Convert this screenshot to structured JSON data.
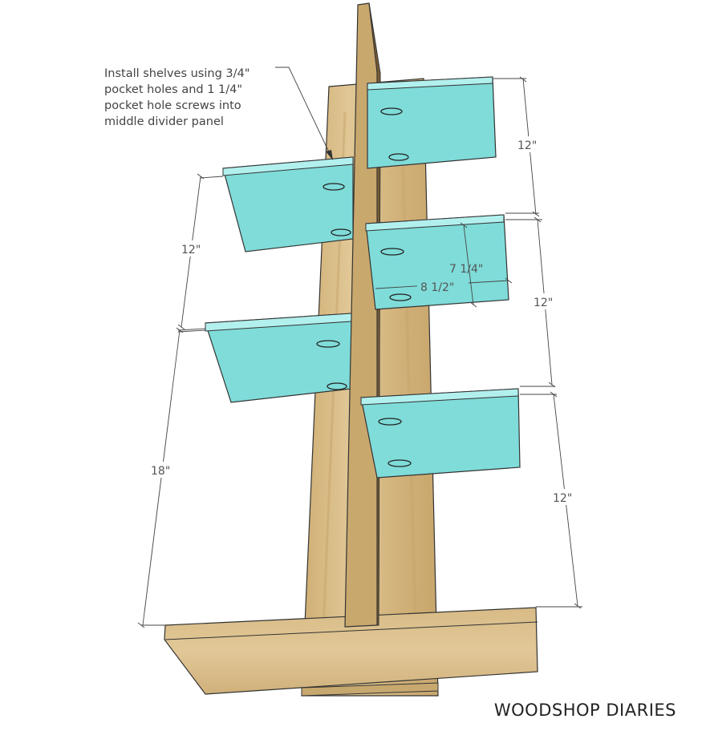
{
  "annotation": {
    "lines": [
      "Install shelves using 3/4\"",
      "pocket holes and 1 1/4\"",
      "pocket hole screws into",
      "middle divider panel"
    ]
  },
  "dimensions": {
    "right_top": "12\"",
    "left_upper": "12\"",
    "shelf_height": "7 1/4\"",
    "shelf_depth": "8 1/2\"",
    "right_middle": "12\"",
    "left_lower": "18\"",
    "right_bottom": "12\""
  },
  "brand": "WOODSHOP DIARIES",
  "colors": {
    "shelf": "#7fdcd9",
    "shelf_edge": "#b2f0ee",
    "wood": "#d4b57e",
    "wood_dark": "#b89a63",
    "line": "#333333"
  }
}
